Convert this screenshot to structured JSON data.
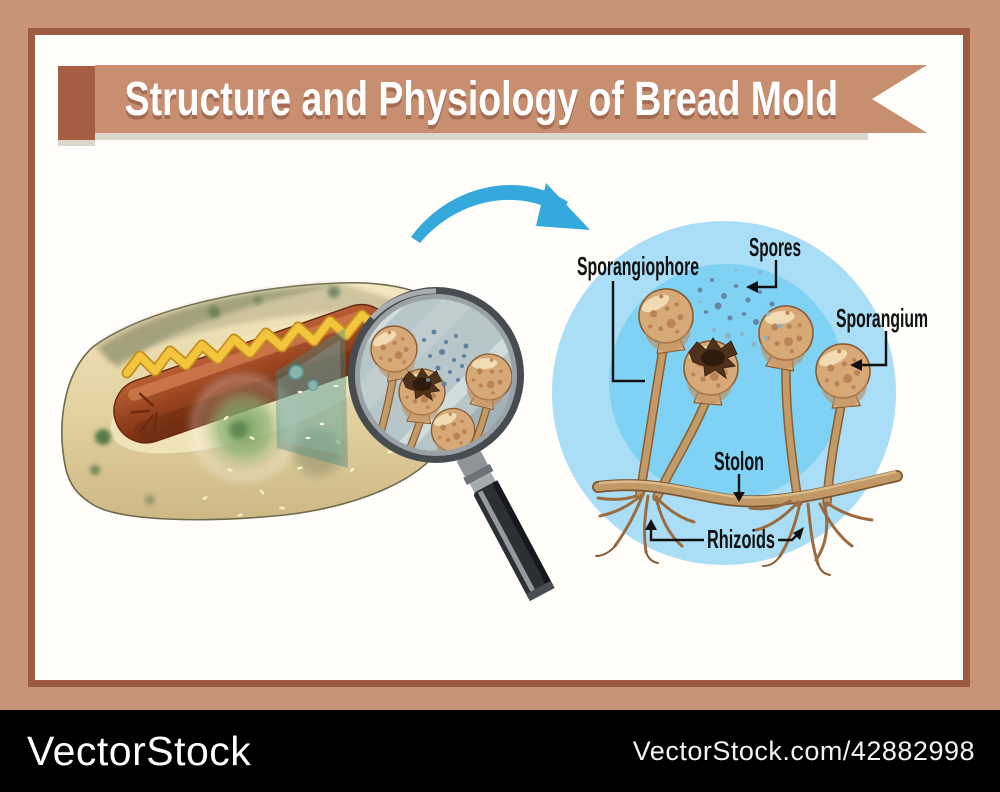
{
  "title": {
    "text": "Structure and Physiology of Bread Mold"
  },
  "diagram_labels": {
    "sporangiophore": "Sporangiophore",
    "spores": "Spores",
    "sporangium": "Sporangium",
    "stolon": "Stolon",
    "rhizoids": "Rhizoids"
  },
  "watermark": {
    "brand": "VectorStock",
    "image_ref": "VectorStock.com/42882998"
  },
  "colors": {
    "frame_tan": "#c89478",
    "frame_inner_line": "#9d5c41",
    "ribbon": "#c78f70",
    "ribbon_fold_square": "#a55e41",
    "title_text": "#ffffff",
    "title_shadow": "#a26b52",
    "arrow_blue": "#35a8dc",
    "diagram_circle_outer": "#a9def6",
    "diagram_circle_inner": "#7fd2f3",
    "mold_ball": "#d6a977",
    "mold_ball_spots": "#bd8356",
    "mold_stalk": "#c49a67",
    "spore_dot": "#6886a5",
    "label_text": "#111111",
    "watermark_bar": "#000000"
  }
}
